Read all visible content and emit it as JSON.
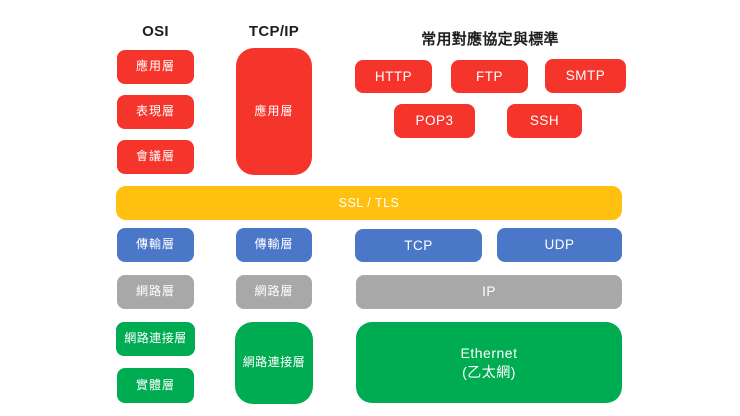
{
  "headers": {
    "osi": "OSI",
    "tcpip": "TCP/IP",
    "protocols": "常用對應協定與標準"
  },
  "colors": {
    "red": "#F5342C",
    "yellow": "#FFC010",
    "blue": "#4B77C9",
    "gray": "#A8A8A8",
    "green": "#00AC52",
    "box_text": "#FFFFFF",
    "heading_text": "#1F1F1F",
    "background": "#FFFFFF"
  },
  "osi": {
    "layers": [
      {
        "label": "應用層",
        "color": "red"
      },
      {
        "label": "表現層",
        "color": "red"
      },
      {
        "label": "會議層",
        "color": "red"
      },
      {
        "label": "傳輸層",
        "color": "blue"
      },
      {
        "label": "網路層",
        "color": "gray"
      },
      {
        "label": "網路連接層",
        "color": "green"
      },
      {
        "label": "實體層",
        "color": "green"
      }
    ]
  },
  "tcpip": {
    "layers": [
      {
        "label": "應用層",
        "color": "red"
      },
      {
        "label": "傳輸層",
        "color": "blue"
      },
      {
        "label": "網路層",
        "color": "gray"
      },
      {
        "label": "網路連接層",
        "color": "green"
      }
    ]
  },
  "protocols": {
    "http": "HTTP",
    "ftp": "FTP",
    "smtp": "SMTP",
    "pop3": "POP3",
    "ssh": "SSH",
    "ssl_tls": "SSL / TLS",
    "tcp": "TCP",
    "udp": "UDP",
    "ip": "IP",
    "ethernet_line1": "Ethernet",
    "ethernet_line2": "(乙太網)"
  }
}
